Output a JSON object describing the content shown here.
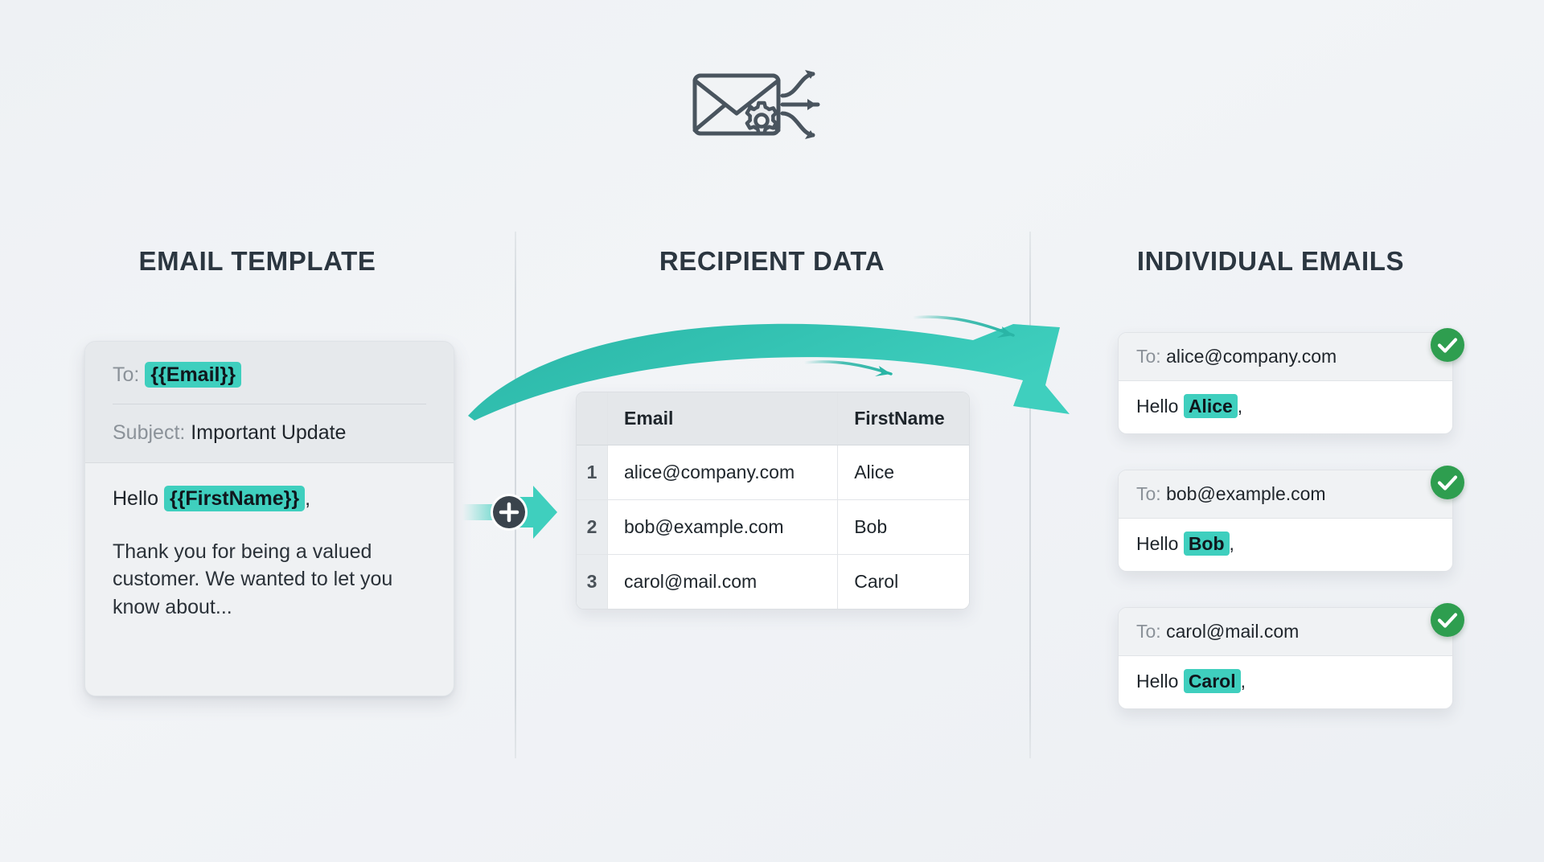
{
  "header": {
    "icon": "envelope-gear-split-icon"
  },
  "columns": {
    "template_title": "EMAIL TEMPLATE",
    "data_title": "RECIPIENT DATA",
    "emails_title": "INDIVIDUAL EMAILS"
  },
  "template": {
    "to_label": "To:",
    "to_value": "{{Email}}",
    "subject_label": "Subject:",
    "subject_value": "Important Update",
    "greeting_prefix": "Hello",
    "greeting_tag": "{{FirstName}}",
    "greeting_suffix": ",",
    "body": "Thank you for being a valued customer. We wanted to let you know about..."
  },
  "connector": {
    "icon": "plus-icon",
    "arrow_icon": "arrow-right-icon"
  },
  "flow": {
    "icon": "curved-merge-arrow-icon"
  },
  "recipient_table": {
    "columns": [
      "",
      "Email",
      "FirstName"
    ],
    "rows": [
      {
        "num": "1",
        "email": "alice@company.com",
        "first_name": "Alice"
      },
      {
        "num": "2",
        "email": "bob@example.com",
        "first_name": "Bob"
      },
      {
        "num": "3",
        "email": "carol@mail.com",
        "first_name": "Carol"
      }
    ]
  },
  "individual_emails": [
    {
      "to_label": "To:",
      "to_value": "alice@company.com",
      "greeting_prefix": "Hello",
      "greeting_tag": "Alice",
      "greeting_suffix": ",",
      "status_icon": "check-circle-icon"
    },
    {
      "to_label": "To:",
      "to_value": "bob@example.com",
      "greeting_prefix": "Hello",
      "greeting_tag": "Bob",
      "greeting_suffix": ",",
      "status_icon": "check-circle-icon"
    },
    {
      "to_label": "To:",
      "to_value": "carol@mail.com",
      "greeting_prefix": "Hello",
      "greeting_tag": "Carol",
      "greeting_suffix": ",",
      "status_icon": "check-circle-icon"
    }
  ],
  "colors": {
    "accent_teal": "#3fcfbe",
    "arrow_teal": "#2ab5a6",
    "success_green": "#2e9e4f",
    "heading": "#2b3640",
    "background": "#eef1f4",
    "icon_slate": "#49545e"
  }
}
